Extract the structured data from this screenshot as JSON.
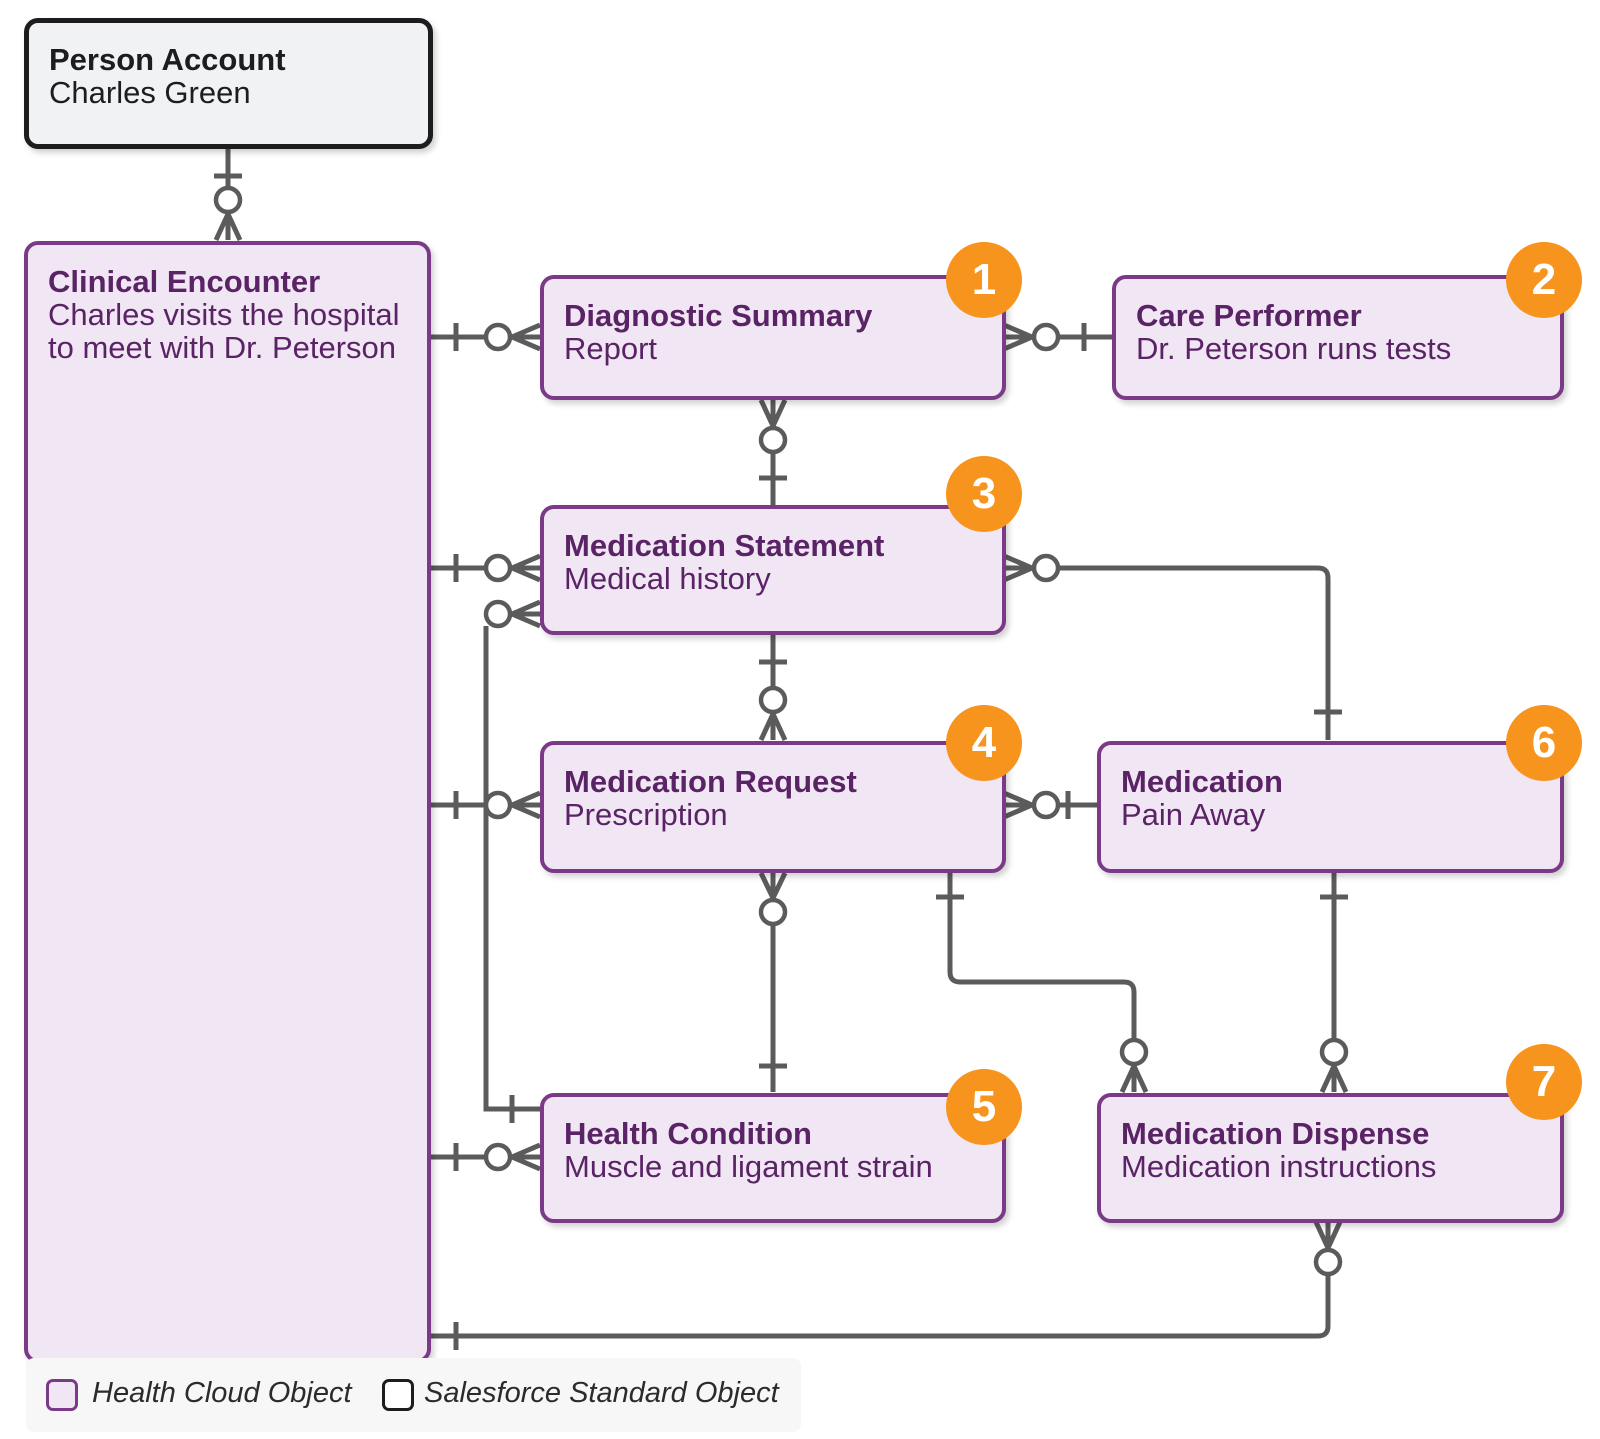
{
  "entities": {
    "person_account": {
      "title": "Person Account",
      "subtitle": "Charles Green"
    },
    "clinical_encounter": {
      "title": "Clinical Encounter",
      "subtitle": "Charles visits the hospital to meet with Dr. Peterson"
    },
    "diagnostic_summary": {
      "title": "Diagnostic Summary",
      "subtitle": "Report",
      "badge": "1"
    },
    "care_performer": {
      "title": "Care Performer",
      "subtitle": "Dr. Peterson runs tests",
      "badge": "2"
    },
    "medication_statement": {
      "title": "Medication Statement",
      "subtitle": "Medical history",
      "badge": "3"
    },
    "medication_request": {
      "title": "Medication Request",
      "subtitle": "Prescription",
      "badge": "4"
    },
    "health_condition": {
      "title": "Health Condition",
      "subtitle": "Muscle and ligament strain",
      "badge": "5"
    },
    "medication": {
      "title": "Medication",
      "subtitle": "Pain Away",
      "badge": "6"
    },
    "medication_dispense": {
      "title": "Medication Dispense",
      "subtitle": "Medication instructions",
      "badge": "7"
    }
  },
  "legend": {
    "health_cloud": "Health Cloud Object",
    "salesforce_standard": "Salesforce Standard Object"
  },
  "colors": {
    "health_cloud_border": "#7a3a87",
    "health_cloud_fill": "#f1e6f3",
    "standard_border": "#1d1d1f",
    "badge": "#f7941d",
    "connector": "#5b5b5b"
  }
}
